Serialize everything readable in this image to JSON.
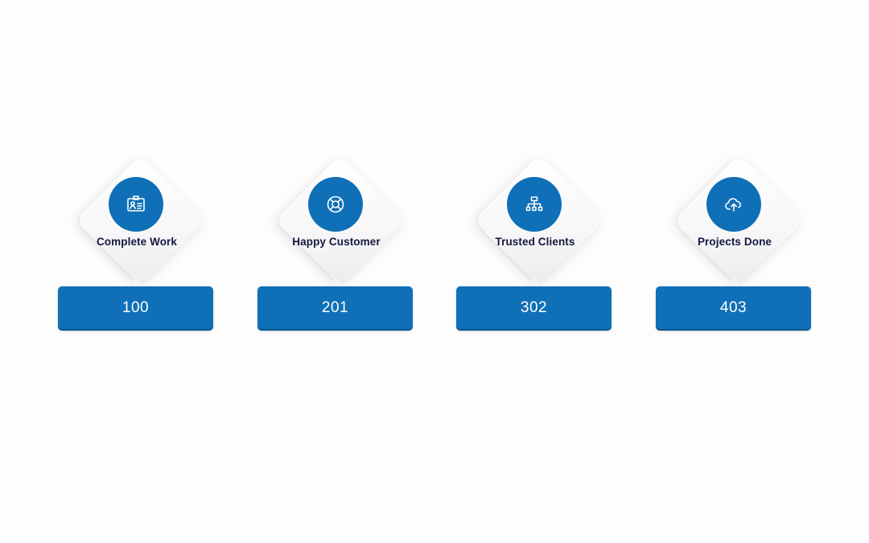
{
  "stats": [
    {
      "label": "Complete Work",
      "value": "100",
      "icon": "id-card-icon"
    },
    {
      "label": "Happy Customer",
      "value": "201",
      "icon": "lifebuoy-icon"
    },
    {
      "label": "Trusted Clients",
      "value": "302",
      "icon": "sitemap-icon"
    },
    {
      "label": "Projects Done",
      "value": "403",
      "icon": "cloud-upload-icon"
    }
  ],
  "colors": {
    "accent": "#0f70b7",
    "label_text": "#15173f",
    "background": "#fdfdfd"
  }
}
